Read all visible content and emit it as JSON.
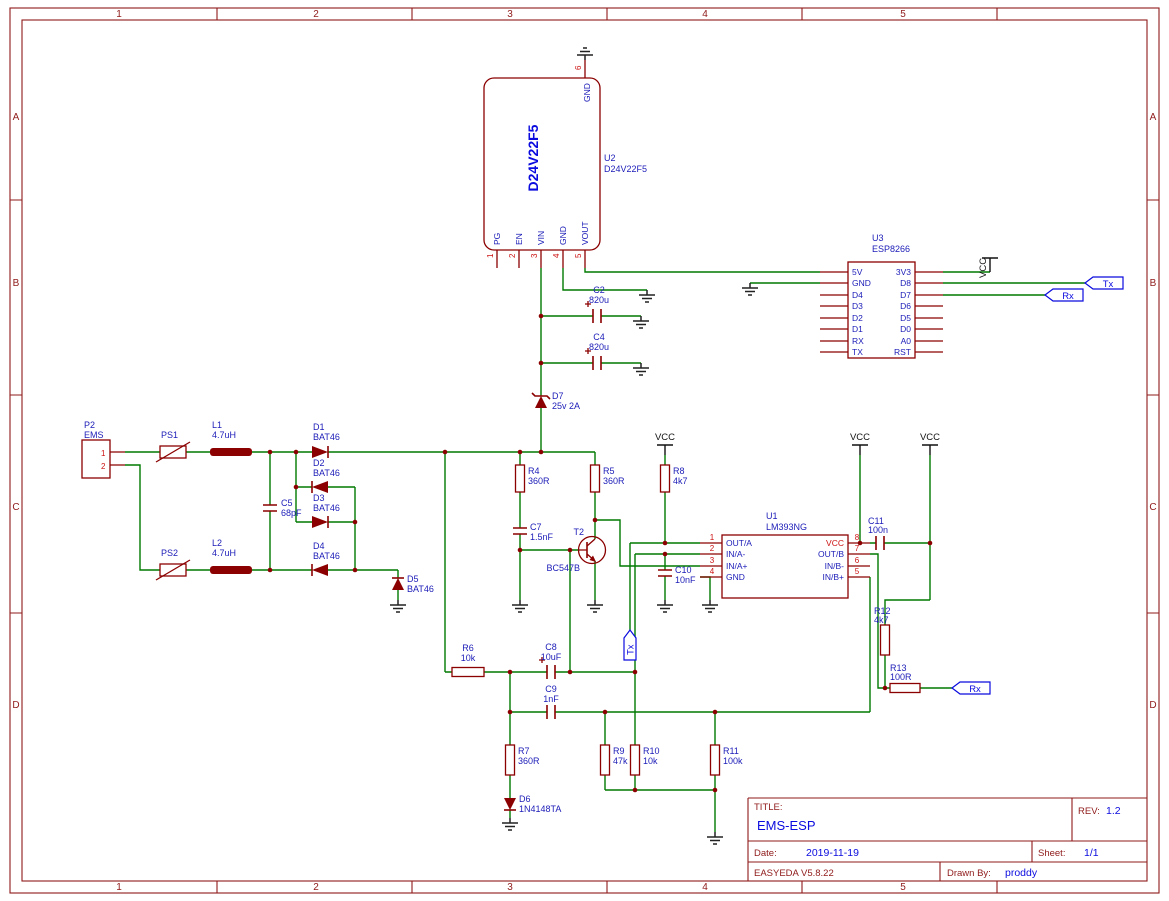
{
  "frame": {
    "columns": [
      "1",
      "2",
      "3",
      "4",
      "5"
    ],
    "rows": [
      "A",
      "B",
      "C",
      "D"
    ]
  },
  "title_block": {
    "title_label": "TITLE:",
    "title": "EMS-ESP",
    "rev_label": "REV:",
    "rev": "1.2",
    "date_label": "Date:",
    "date": "2019-11-19",
    "sheet_label": "Sheet:",
    "sheet": "1/1",
    "tool": "EASYEDA V5.8.22",
    "drawn_by_label": "Drawn By:",
    "drawn_by": "proddy"
  },
  "nets": {
    "vcc": "VCC",
    "tx": "Tx",
    "rx": "Rx"
  },
  "components": {
    "U2": {
      "ref": "U2",
      "val": "D24V22F5",
      "body": "D24V22F5",
      "pin_nums": [
        "1",
        "2",
        "3",
        "4",
        "5"
      ],
      "pin_names": [
        "PG",
        "EN",
        "VIN",
        "GND",
        "VOUT"
      ],
      "top_pin_num": "6",
      "top_pin_name": "GND"
    },
    "U3": {
      "ref": "U3",
      "val": "ESP8266",
      "left": [
        "5V",
        "GND",
        "D4",
        "D3",
        "D2",
        "D1",
        "RX",
        "TX"
      ],
      "right": [
        "3V3",
        "D8",
        "D7",
        "D6",
        "D5",
        "D0",
        "A0",
        "RST"
      ]
    },
    "U1": {
      "ref": "U1",
      "val": "LM393NG",
      "left_nums": [
        "1",
        "2",
        "3",
        "4"
      ],
      "left_names": [
        "OUT/A",
        "IN/A-",
        "IN/A+",
        "GND"
      ],
      "right_nums": [
        "8",
        "7",
        "6",
        "5"
      ],
      "right_names": [
        "VCC",
        "OUT/B",
        "IN/B-",
        "IN/B+"
      ]
    },
    "P2": {
      "ref": "P2",
      "val": "EMS",
      "pins": [
        "1",
        "2"
      ]
    },
    "PS1": {
      "ref": "PS1"
    },
    "PS2": {
      "ref": "PS2"
    },
    "L1": {
      "ref": "L1",
      "val": "4.7uH"
    },
    "L2": {
      "ref": "L2",
      "val": "4.7uH"
    },
    "D1": {
      "ref": "D1",
      "val": "BAT46"
    },
    "D2": {
      "ref": "D2",
      "val": "BAT46"
    },
    "D3": {
      "ref": "D3",
      "val": "BAT46"
    },
    "D4": {
      "ref": "D4",
      "val": "BAT46"
    },
    "D5": {
      "ref": "D5",
      "val": "BAT46"
    },
    "D6": {
      "ref": "D6",
      "val": "1N4148TA"
    },
    "D7": {
      "ref": "D7",
      "val": "25v 2A"
    },
    "C2": {
      "ref": "C2",
      "val": "820u"
    },
    "C4": {
      "ref": "C4",
      "val": "820u"
    },
    "C5": {
      "ref": "C5",
      "val": "68pF"
    },
    "C7": {
      "ref": "C7",
      "val": "1.5nF"
    },
    "C8": {
      "ref": "C8",
      "val": "10uF"
    },
    "C9": {
      "ref": "C9",
      "val": "1nF"
    },
    "C10": {
      "ref": "C10",
      "val": "10nF"
    },
    "C11": {
      "ref": "C11",
      "val": "100n"
    },
    "R4": {
      "ref": "R4",
      "val": "360R"
    },
    "R5": {
      "ref": "R5",
      "val": "360R"
    },
    "R6": {
      "ref": "R6",
      "val": "10k"
    },
    "R7": {
      "ref": "R7",
      "val": "360R"
    },
    "R8": {
      "ref": "R8",
      "val": "4k7"
    },
    "R9": {
      "ref": "R9",
      "val": "47k"
    },
    "R10": {
      "ref": "R10",
      "val": "10k"
    },
    "R11": {
      "ref": "R11",
      "val": "100k"
    },
    "R12": {
      "ref": "R12",
      "val": "4k7"
    },
    "R13": {
      "ref": "R13",
      "val": "100R"
    },
    "T2": {
      "ref": "T2",
      "val": "BC547B"
    }
  },
  "colors": {
    "wire": "#007A00",
    "part": "#8B0000",
    "blue": "#1C1CB8",
    "bright_blue": "#0B0BDF",
    "red_text": "#CC1111",
    "frame": "#8F1A1A",
    "ground": "#222222",
    "vcc_text": "#111111"
  }
}
